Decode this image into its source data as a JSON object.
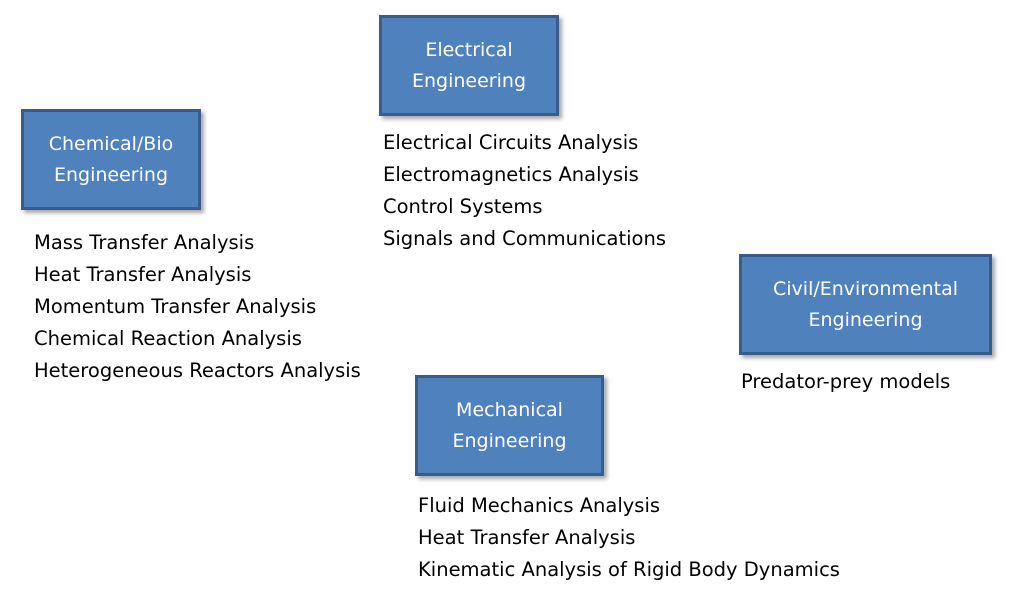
{
  "electrical": {
    "title_line1": "Electrical",
    "title_line2": "Engineering",
    "topics": [
      "Electrical Circuits Analysis",
      "Electromagnetics Analysis",
      "Control Systems",
      "Signals and Communications"
    ]
  },
  "chemical": {
    "title_line1": "Chemical/Bio",
    "title_line2": "Engineering",
    "topics": [
      "Mass Transfer Analysis",
      "Heat Transfer Analysis",
      "Momentum Transfer Analysis",
      "Chemical Reaction Analysis",
      "Heterogeneous Reactors Analysis"
    ]
  },
  "civil": {
    "title_line1": "Civil/Environmental",
    "title_line2": "Engineering",
    "topics": [
      "Predator-prey models"
    ]
  },
  "mechanical": {
    "title_line1": "Mechanical",
    "title_line2": "Engineering",
    "topics": [
      "Fluid Mechanics Analysis",
      "Heat Transfer Analysis",
      "Kinematic Analysis of Rigid Body Dynamics"
    ]
  },
  "colors": {
    "box_fill": "#4f81bd",
    "box_border": "#385d8a",
    "box_text": "#ffffff",
    "list_text": "#000000"
  }
}
